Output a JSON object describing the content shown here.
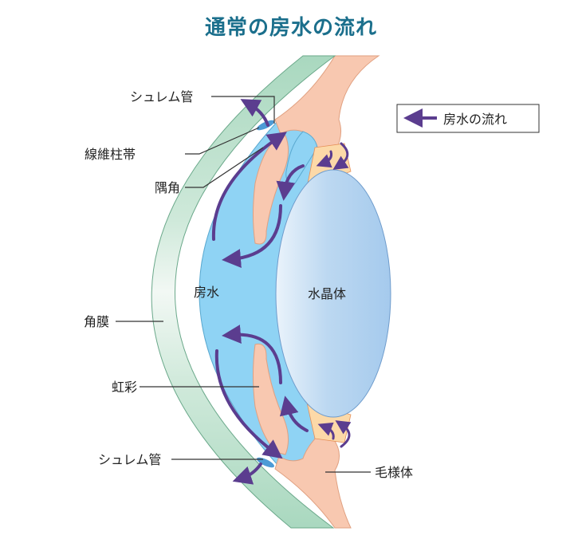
{
  "title": "通常の房水の流れ",
  "legend": {
    "label": "房水の流れ",
    "icon": "purple-arrow-icon"
  },
  "labels": {
    "schlemm_top": "シュレム管",
    "trabecular": "線維柱帯",
    "angle": "隅角",
    "cornea": "角膜",
    "iris": "虹彩",
    "schlemm_bottom": "シュレム管",
    "ciliary": "毛様体",
    "aqueous": "房水",
    "lens": "水晶体"
  },
  "colors": {
    "title": "#1b6f8c",
    "arrow": "#5b3d8f",
    "aqueous": "#8fd3f4",
    "cornea": "#a9d8bf",
    "tissue": "#f8c8b0",
    "lens": "#a9cdee"
  }
}
